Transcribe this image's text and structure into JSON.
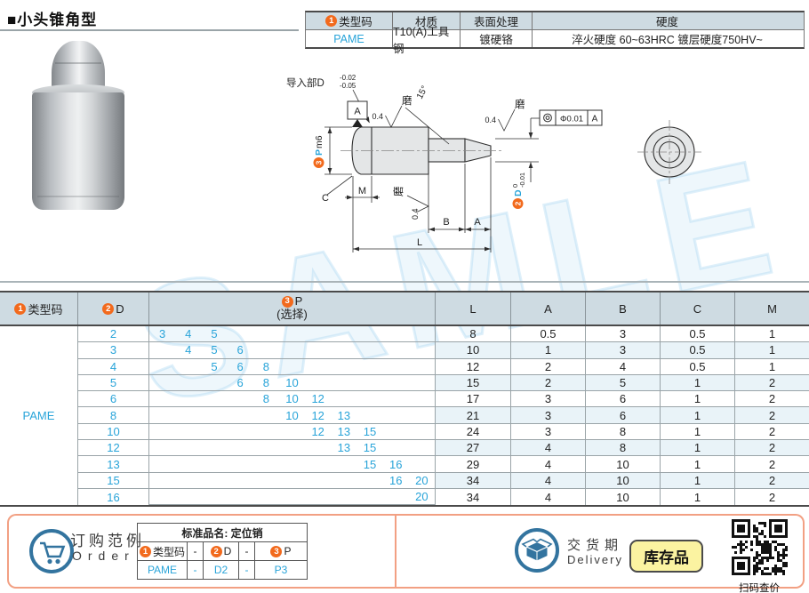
{
  "page": {
    "title": "■小头锥角型"
  },
  "watermark": "SAMLE",
  "spec_table": {
    "num": "1",
    "headers": {
      "type_code": "类型码",
      "material": "材质",
      "surface": "表面处理",
      "hardness": "硬度"
    },
    "row": {
      "type_code": "PAME",
      "material": "T10(A)工具钢",
      "surface": "镀硬铬",
      "hardness": "淬火硬度 60~63HRC 镀层硬度750HV~"
    }
  },
  "drawing": {
    "labels": {
      "lead_in": "导入部D",
      "lead_in_tol_upper": "-0.02",
      "lead_in_tol_lower": "-0.05",
      "datum": "A",
      "grind": "磨",
      "roughness": "0.4",
      "angle": "15°",
      "p_dim": "P",
      "p_fit": "m6",
      "d_dim": "D",
      "d_tol_upper": "0",
      "d_tol_lower": "-0.01",
      "concentricity": "Φ0.01",
      "concentricity_datum": "A",
      "dim_c": "C",
      "dim_m": "M",
      "dim_b": "B",
      "dim_a": "A",
      "dim_l": "L"
    },
    "badge_numbers": {
      "p": "3",
      "d": "2"
    }
  },
  "main_table": {
    "num_type": "1",
    "num_d": "2",
    "num_p": "3",
    "headers": {
      "type_code": "类型码",
      "d": "D",
      "p": "P",
      "p_sub": "(选择)",
      "l": "L",
      "a": "A",
      "b": "B",
      "c": "C",
      "m": "M"
    },
    "type_code": "PAME",
    "p_slots": [
      3,
      4,
      5,
      6,
      8,
      10,
      12,
      13,
      15,
      16,
      20
    ],
    "rows": [
      {
        "d": 2,
        "p": [
          3,
          4,
          5
        ],
        "l": 8,
        "a": 0.5,
        "b": 3,
        "c": 0.5,
        "m": 1
      },
      {
        "d": 3,
        "p": [
          4,
          5,
          6
        ],
        "l": 10,
        "a": 1,
        "b": 3,
        "c": 0.5,
        "m": 1
      },
      {
        "d": 4,
        "p": [
          5,
          6,
          8
        ],
        "l": 12,
        "a": 2,
        "b": 4,
        "c": 0.5,
        "m": 1
      },
      {
        "d": 5,
        "p": [
          6,
          8,
          10
        ],
        "l": 15,
        "a": 2,
        "b": 5,
        "c": 1,
        "m": 2
      },
      {
        "d": 6,
        "p": [
          8,
          10,
          12
        ],
        "l": 17,
        "a": 3,
        "b": 6,
        "c": 1,
        "m": 2
      },
      {
        "d": 8,
        "p": [
          10,
          12,
          13
        ],
        "l": 21,
        "a": 3,
        "b": 6,
        "c": 1,
        "m": 2
      },
      {
        "d": 10,
        "p": [
          12,
          13,
          15
        ],
        "l": 24,
        "a": 3,
        "b": 8,
        "c": 1,
        "m": 2
      },
      {
        "d": 12,
        "p": [
          13,
          15
        ],
        "l": 27,
        "a": 4,
        "b": 8,
        "c": 1,
        "m": 2
      },
      {
        "d": 13,
        "p": [
          15,
          16
        ],
        "l": 29,
        "a": 4,
        "b": 10,
        "c": 1,
        "m": 2
      },
      {
        "d": 15,
        "p": [
          16,
          20
        ],
        "l": 34,
        "a": 4,
        "b": 10,
        "c": 1,
        "m": 2
      },
      {
        "d": 16,
        "p": [
          20
        ],
        "l": 34,
        "a": 4,
        "b": 10,
        "c": 1,
        "m": 2
      }
    ]
  },
  "order": {
    "title": "订购范例",
    "title_en": "Order",
    "table_header": "标准品名: 定位销",
    "dash": "-",
    "cols": [
      {
        "num": "1",
        "label": "类型码",
        "value": "PAME"
      },
      {
        "num": "2",
        "label": "D",
        "value": "D2"
      },
      {
        "num": "3",
        "label": "P",
        "value": "P3"
      }
    ]
  },
  "delivery": {
    "title": "交货期",
    "title_en": "Delivery",
    "stock_badge": "库存品",
    "qr_caption": "扫码查价"
  },
  "colors": {
    "accent_blue": "#29a4d9",
    "orange": "#f26a1d",
    "header_bg": "#cedbe2",
    "row_shade": "#e9f3f8",
    "coral_border": "#f2a083",
    "icon_blue": "#33749f",
    "badge_yellow": "#fbf3a1"
  }
}
